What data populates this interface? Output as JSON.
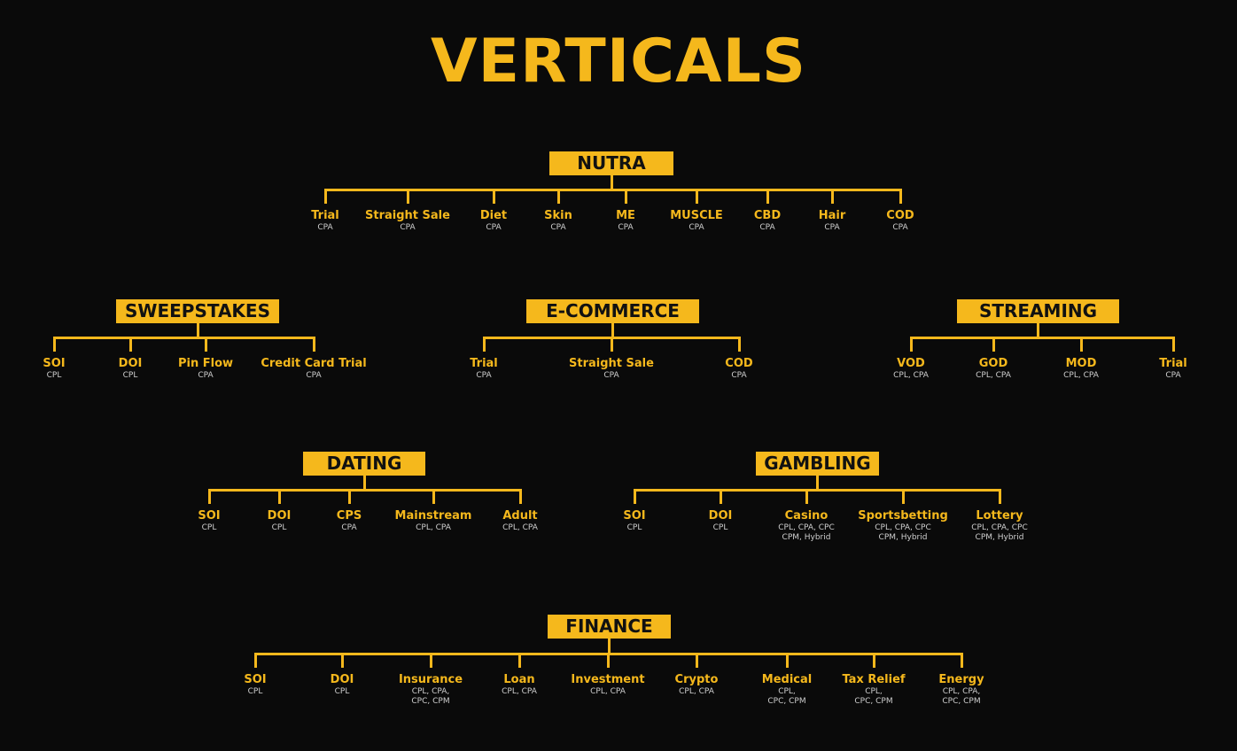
{
  "title": "VERTICALS",
  "accent_color": "#f5b81c",
  "groups": [
    {
      "name": "NUTRA",
      "children": [
        {
          "label": "Trial",
          "models": "CPA"
        },
        {
          "label": "Straight Sale",
          "models": "CPA"
        },
        {
          "label": "Diet",
          "models": "CPA"
        },
        {
          "label": "Skin",
          "models": "CPA"
        },
        {
          "label": "ME",
          "models": "CPA"
        },
        {
          "label": "MUSCLE",
          "models": "CPA"
        },
        {
          "label": "CBD",
          "models": "CPA"
        },
        {
          "label": "Hair",
          "models": "CPA"
        },
        {
          "label": "COD",
          "models": "CPA"
        }
      ]
    },
    {
      "name": "SWEEPSTAKES",
      "children": [
        {
          "label": "SOI",
          "models": "CPL"
        },
        {
          "label": "DOI",
          "models": "CPL"
        },
        {
          "label": "Pin Flow",
          "models": "CPA"
        },
        {
          "label": "Credit Card Trial",
          "models": "CPA"
        }
      ]
    },
    {
      "name": "E-COMMERCE",
      "children": [
        {
          "label": "Trial",
          "models": "CPA"
        },
        {
          "label": "Straight Sale",
          "models": "CPA"
        },
        {
          "label": "COD",
          "models": "CPA"
        }
      ]
    },
    {
      "name": "STREAMING",
      "children": [
        {
          "label": "VOD",
          "models": "CPL, CPA"
        },
        {
          "label": "GOD",
          "models": "CPL, CPA"
        },
        {
          "label": "MOD",
          "models": "CPL, CPA"
        },
        {
          "label": "Trial",
          "models": "CPA"
        }
      ]
    },
    {
      "name": "DATING",
      "children": [
        {
          "label": "SOI",
          "models": "CPL"
        },
        {
          "label": "DOI",
          "models": "CPL"
        },
        {
          "label": "CPS",
          "models": "CPA"
        },
        {
          "label": "Mainstream",
          "models": "CPL, CPA"
        },
        {
          "label": "Adult",
          "models": "CPL, CPA"
        }
      ]
    },
    {
      "name": "GAMBLING",
      "children": [
        {
          "label": "SOI",
          "models": "CPL"
        },
        {
          "label": "DOI",
          "models": "CPL"
        },
        {
          "label": "Casino",
          "models": "CPL, CPA, CPC\nCPM, Hybrid"
        },
        {
          "label": "Sportsbetting",
          "models": "CPL, CPA, CPC\nCPM, Hybrid"
        },
        {
          "label": "Lottery",
          "models": "CPL, CPA, CPC\nCPM, Hybrid"
        }
      ]
    },
    {
      "name": "FINANCE",
      "children": [
        {
          "label": "SOI",
          "models": "CPL"
        },
        {
          "label": "DOI",
          "models": "CPL"
        },
        {
          "label": "Insurance",
          "models": "CPL, CPA,\nCPC, CPM"
        },
        {
          "label": "Loan",
          "models": "CPL, CPA"
        },
        {
          "label": "Investment",
          "models": "CPL, CPA"
        },
        {
          "label": "Crypto",
          "models": "CPL, CPA"
        },
        {
          "label": "Medical",
          "models": "CPL,\nCPC, CPM"
        },
        {
          "label": "Tax Relief",
          "models": "CPL,\nCPC, CPM"
        },
        {
          "label": "Energy",
          "models": "CPL, CPA,\nCPC, CPM"
        }
      ]
    }
  ]
}
